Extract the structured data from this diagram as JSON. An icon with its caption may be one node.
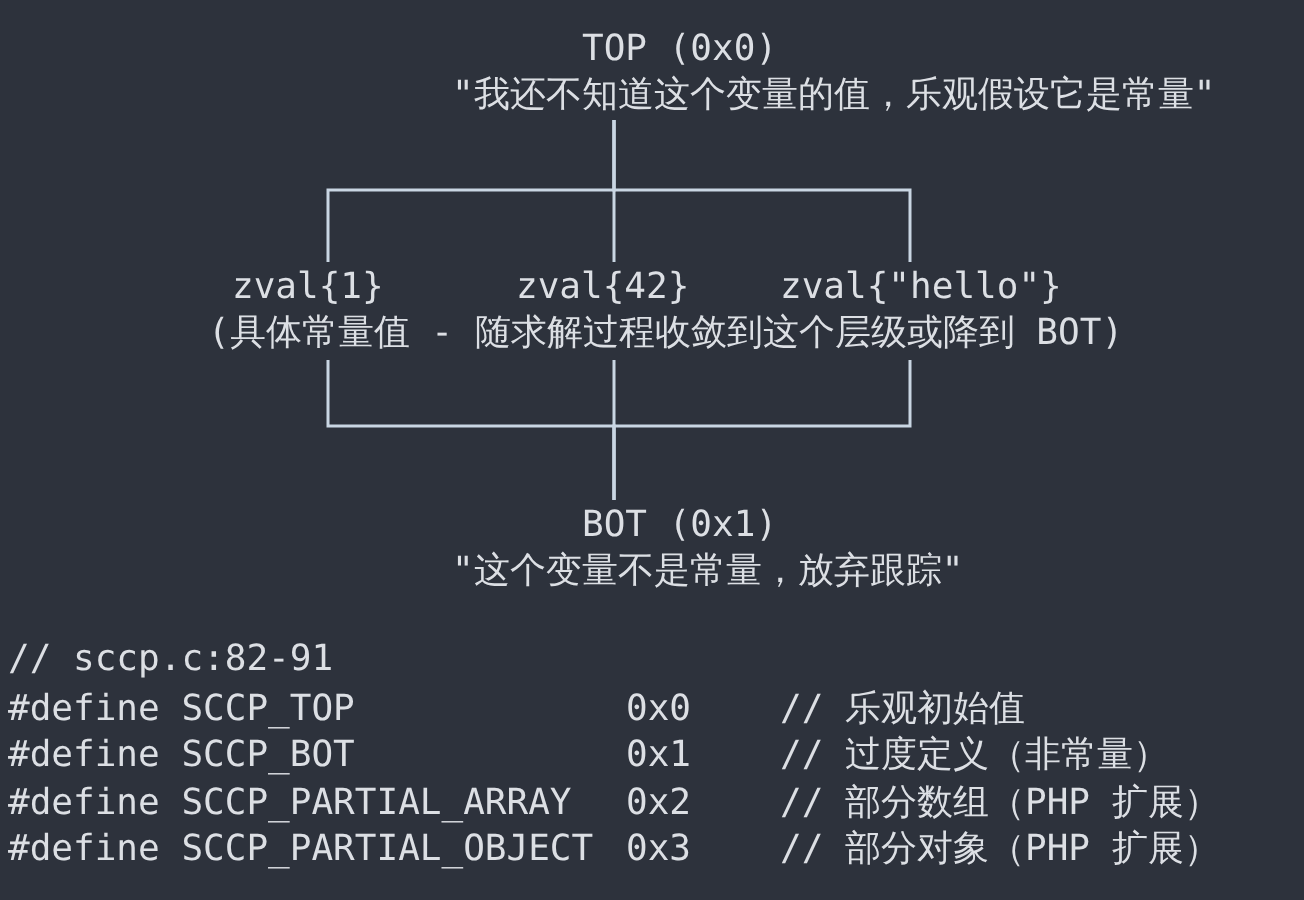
{
  "diagram": {
    "nodes": [
      {
        "text": [
          "TOP (0x0)",
          "\"我还不知道这个变量的值，乐观假设它是常量\""
        ]
      },
      {
        "text": [
          "zval{1}"
        ]
      },
      {
        "text": [
          "zval{42}"
        ]
      },
      {
        "text": [
          "zval{\"hello\"}"
        ]
      },
      {
        "text": [
          "BOT (0x1)",
          "\"这个变量不是常量，放弃跟踪\""
        ]
      }
    ],
    "edges": [
      {
        "from": 0,
        "to": 1,
        "arrow": "none"
      },
      {
        "from": 0,
        "to": 2,
        "arrow": "none"
      },
      {
        "from": 0,
        "to": 3,
        "arrow": "none"
      },
      {
        "from": 1,
        "to": 4,
        "arrow": "none"
      },
      {
        "from": 2,
        "to": 4,
        "arrow": "none"
      },
      {
        "from": 3,
        "to": 4,
        "arrow": "none"
      }
    ],
    "labels": [
      "(具体常量值 - 随求解过程收敛到这个层级或降到 BOT)",
      "// sccp.c:82-91",
      "#define SCCP_TOP",
      "0x0",
      "// 乐观初始值",
      "#define SCCP_BOT",
      "0x1",
      "// 过度定义（非常量）",
      "#define SCCP_PARTIAL_ARRAY",
      "0x2",
      "// 部分数组（PHP 扩展）",
      "#define SCCP_PARTIAL_OBJECT",
      "0x3",
      "// 部分对象（PHP 扩展）"
    ]
  }
}
